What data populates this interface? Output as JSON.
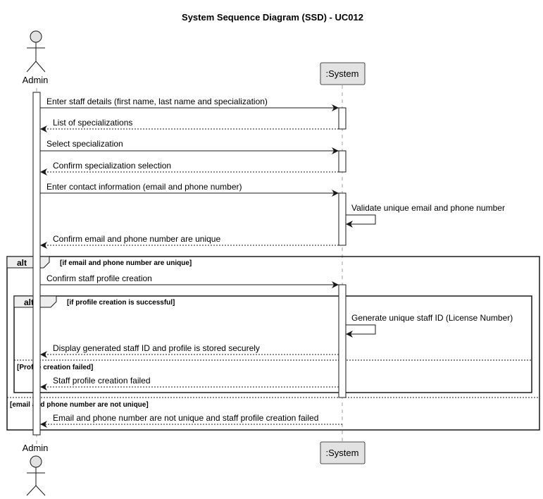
{
  "title": "System Sequence Diagram (SSD) - UC012",
  "actor": {
    "name": "Admin",
    "icon": "stick-figure-actor-icon"
  },
  "participant": {
    "name": ":System"
  },
  "colors": {
    "box_fill": "#e2e2e2",
    "box_stroke": "#181818",
    "line": "#181818",
    "lifeline": "#a0a0a0",
    "background": "#ffffff"
  },
  "messages": [
    {
      "text": "Enter staff details (first name, last name and specialization)",
      "from": "Admin",
      "to": "System",
      "style": "solid"
    },
    {
      "text": "List of specializations",
      "from": "System",
      "to": "Admin",
      "style": "dashed"
    },
    {
      "text": "Select specialization",
      "from": "Admin",
      "to": "System",
      "style": "solid"
    },
    {
      "text": "Confirm specialization selection",
      "from": "System",
      "to": "Admin",
      "style": "dashed"
    },
    {
      "text": "Enter contact information (email and phone number)",
      "from": "Admin",
      "to": "System",
      "style": "solid"
    },
    {
      "text": "Validate unique email and phone number",
      "from": "System",
      "to": "System",
      "style": "self"
    },
    {
      "text": "Confirm email and phone number are unique",
      "from": "System",
      "to": "Admin",
      "style": "dashed"
    },
    {
      "text": "Confirm staff profile creation",
      "from": "Admin",
      "to": "System",
      "style": "solid"
    },
    {
      "text": "Generate unique staff ID (License Number)",
      "from": "System",
      "to": "System",
      "style": "self"
    },
    {
      "text": "Display generated staff ID and profile is stored securely",
      "from": "System",
      "to": "Admin",
      "style": "dashed"
    },
    {
      "text": "Staff profile creation failed",
      "from": "System",
      "to": "Admin",
      "style": "dashed"
    },
    {
      "text": "Email and phone number are not unique and staff profile creation failed",
      "from": "System",
      "to": "Admin",
      "style": "dashed"
    }
  ],
  "fragments": {
    "outer": {
      "kind": "alt",
      "guard": "[if email and phone number are unique]",
      "else_guard": "[email and phone number are not unique]"
    },
    "inner": {
      "kind": "alt",
      "guard": "[if profile creation is successful]",
      "else_guard": "[Profile creation failed]"
    }
  }
}
